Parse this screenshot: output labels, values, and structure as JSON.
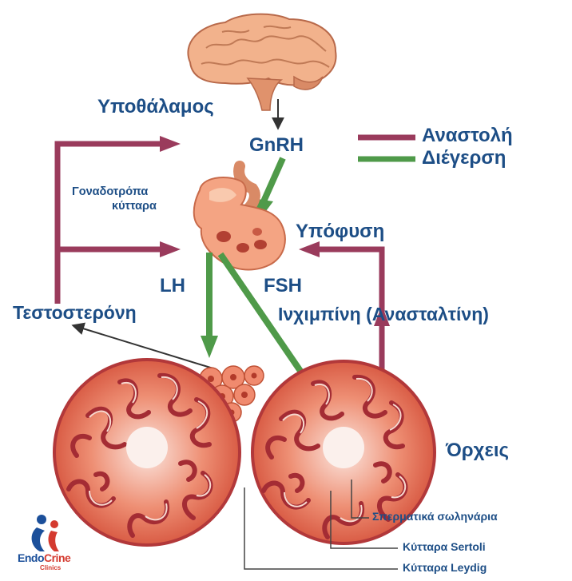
{
  "labels": {
    "hypothalamus": "Υποθάλαμος",
    "gnrh": "GnRH",
    "gonadotroph_cells_line1": "Γοναδοτρόπα",
    "gonadotroph_cells_line2": "κύτταρα",
    "pituitary": "Υπόφυση",
    "lh": "LH",
    "fsh": "FSH",
    "testosterone": "Τεστοστερόνη",
    "inhibin": "Ινχιμπίνη (Ανασταλτίνη)",
    "testes": "Όρχεις",
    "seminiferous_tubules": "Σπερματικά σωληνάρια",
    "sertoli_cells": "Κύτταρα Sertoli",
    "leydig_cells": "Κύτταρα Leydig"
  },
  "legend": {
    "inhibition": "Αναστολή",
    "stimulation": "Διέγερση"
  },
  "colors": {
    "inhibition": "#9a3b5c",
    "stimulation": "#4f9a49",
    "label": "#1d4e86",
    "tissue": "#e8765c",
    "tissue_dark": "#b2383a"
  },
  "logo": {
    "name_part1": "Endo",
    "name_part2": "Crine",
    "sub": "Clinics"
  }
}
